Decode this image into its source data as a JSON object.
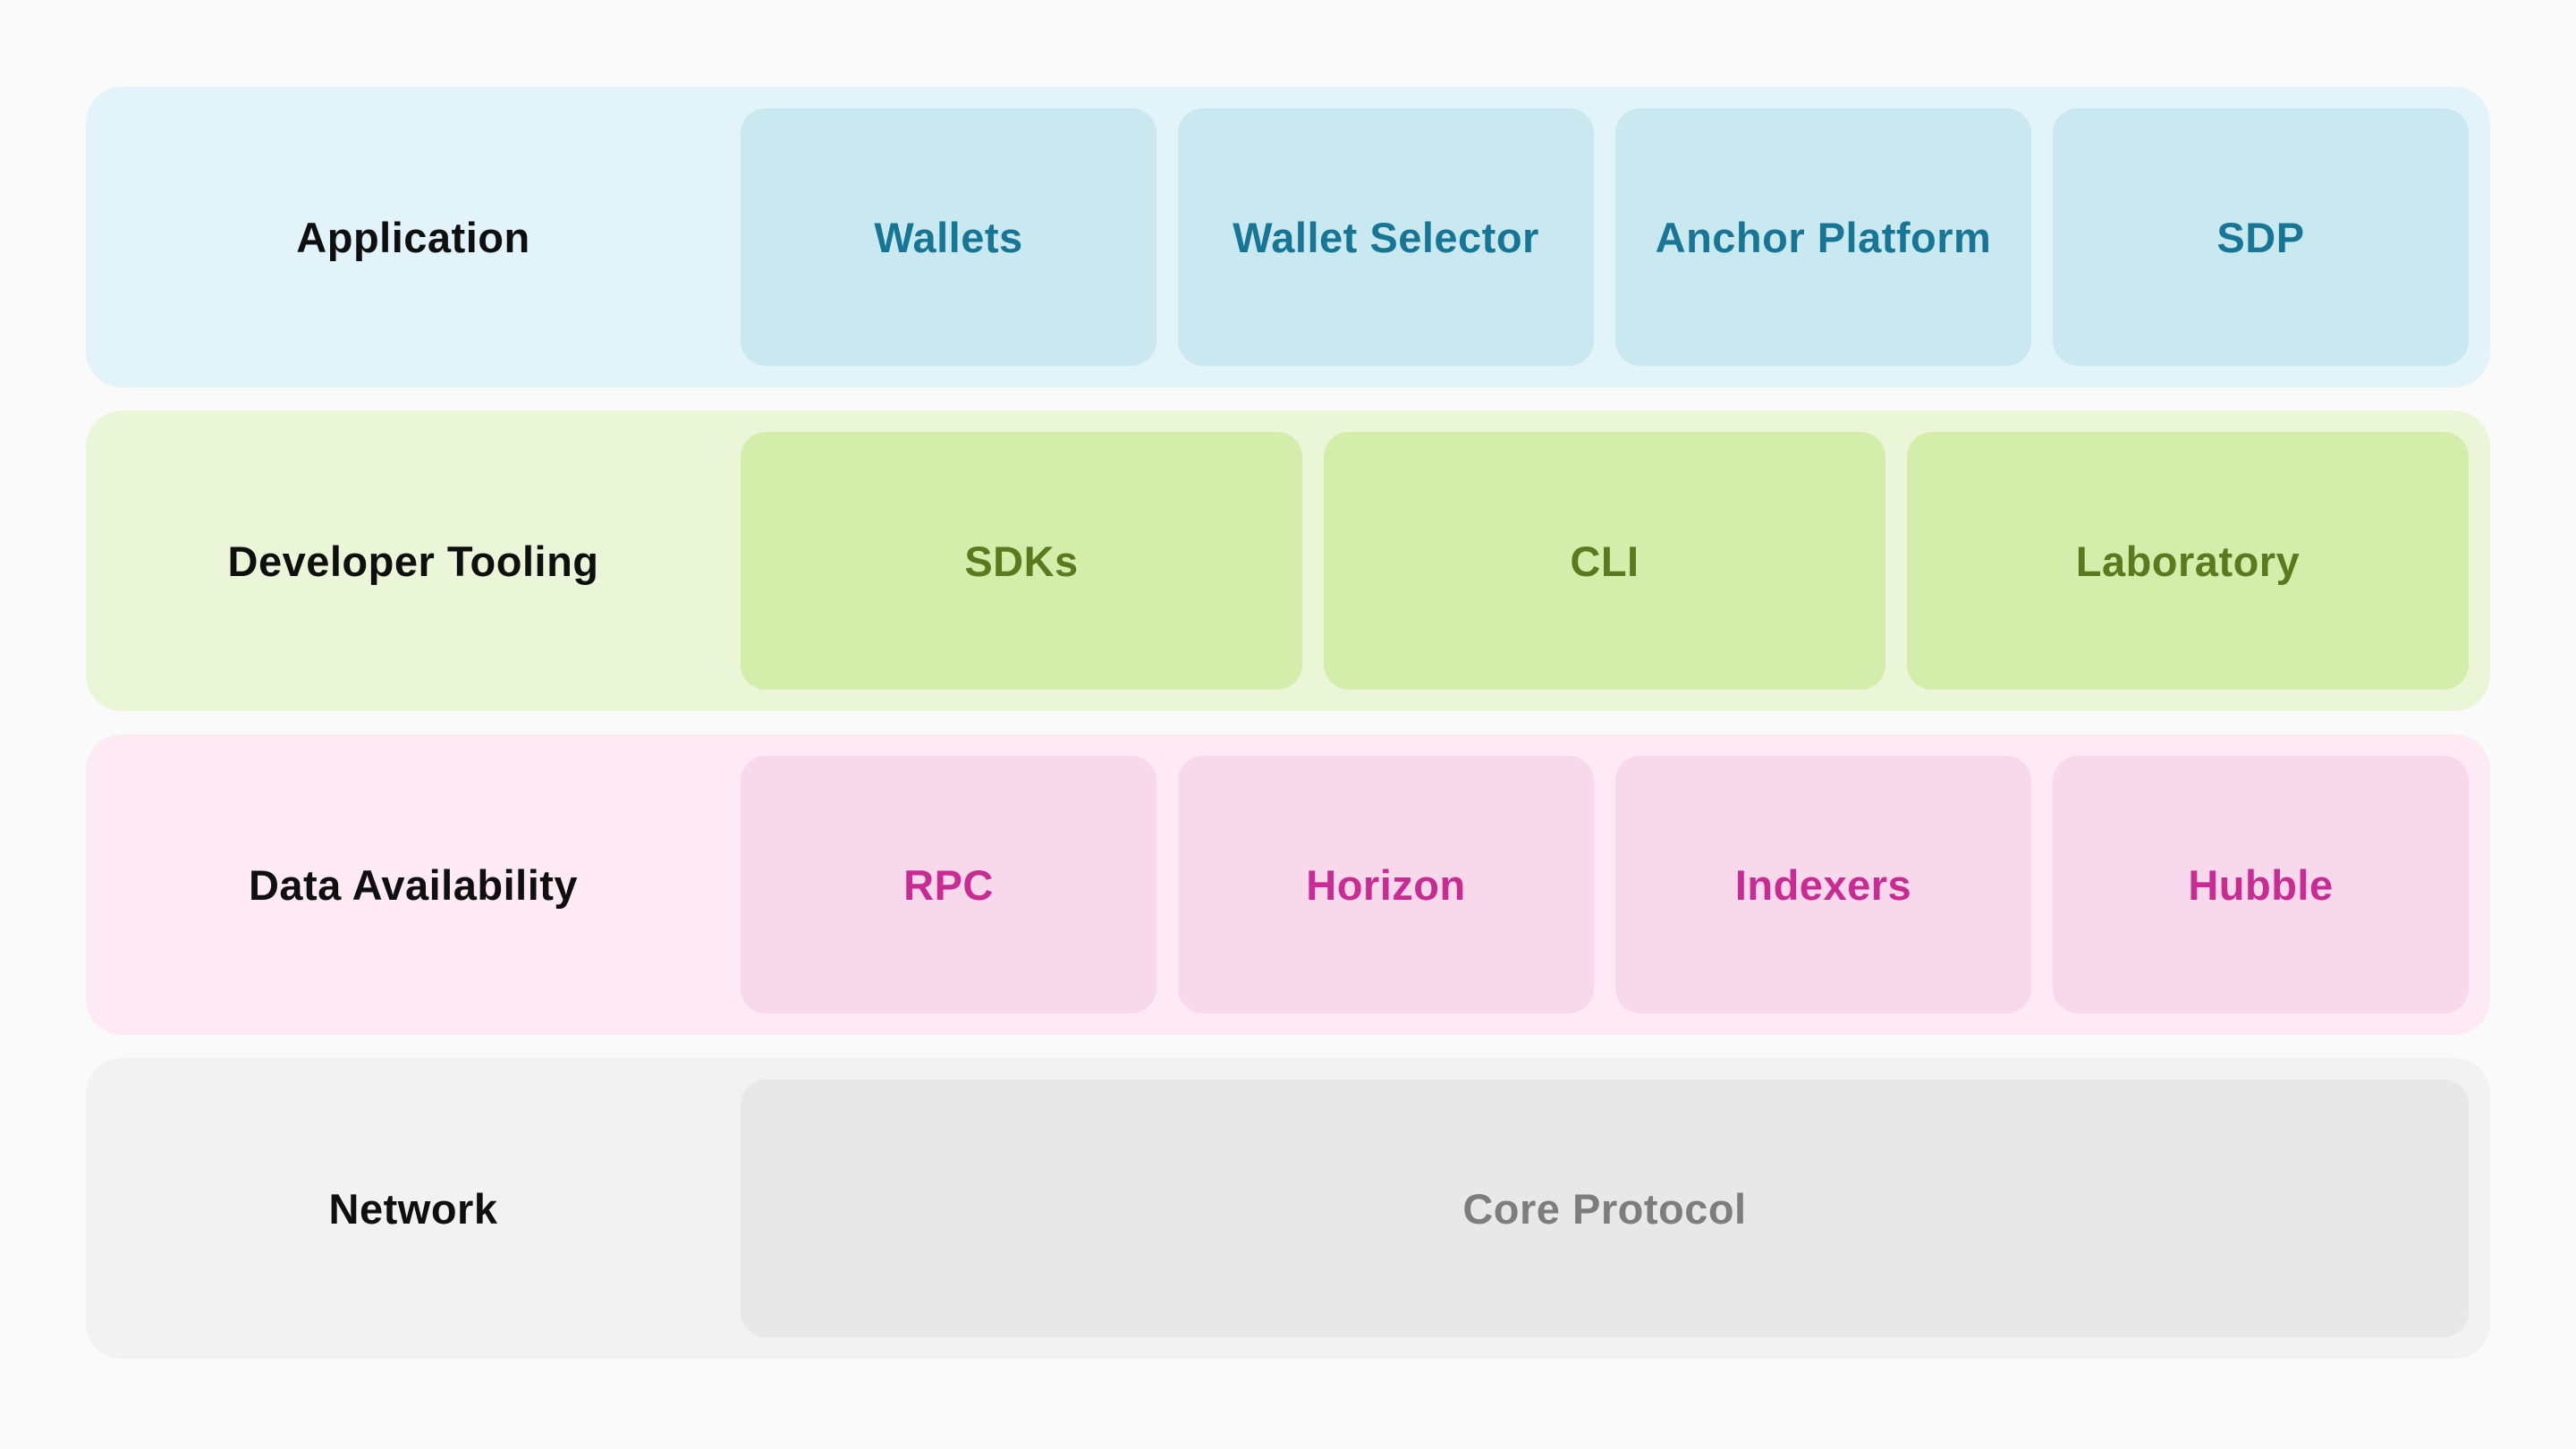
{
  "page": {
    "background": "#fafafa",
    "label_color": "#0f0f0f"
  },
  "diagram": {
    "rows": [
      {
        "label": "Application",
        "colors": {
          "row_bg": "#e2f4f9",
          "tile_bg": "#c9e8f0",
          "tile_text": "#177696"
        },
        "tiles": [
          "Wallets",
          "Wallet Selector",
          "Anchor Platform",
          "SDP"
        ]
      },
      {
        "label": "Developer Tooling",
        "colors": {
          "row_bg": "#eaf6d7",
          "tile_bg": "#d4edab",
          "tile_text": "#5c7a1d"
        },
        "tiles": [
          "SDKs",
          "CLI",
          "Laboratory"
        ]
      },
      {
        "label": "Data Availability",
        "colors": {
          "row_bg": "#fdeaf4",
          "tile_bg": "#f8d9eb",
          "tile_text": "#c92b92"
        },
        "tiles": [
          "RPC",
          "Horizon",
          "Indexers",
          "Hubble"
        ]
      },
      {
        "label": "Network",
        "colors": {
          "row_bg": "#f2f2f2",
          "tile_bg": "#e8e8e8",
          "tile_text": "#7d7d7d"
        },
        "tiles": [
          "Core Protocol"
        ]
      }
    ]
  }
}
